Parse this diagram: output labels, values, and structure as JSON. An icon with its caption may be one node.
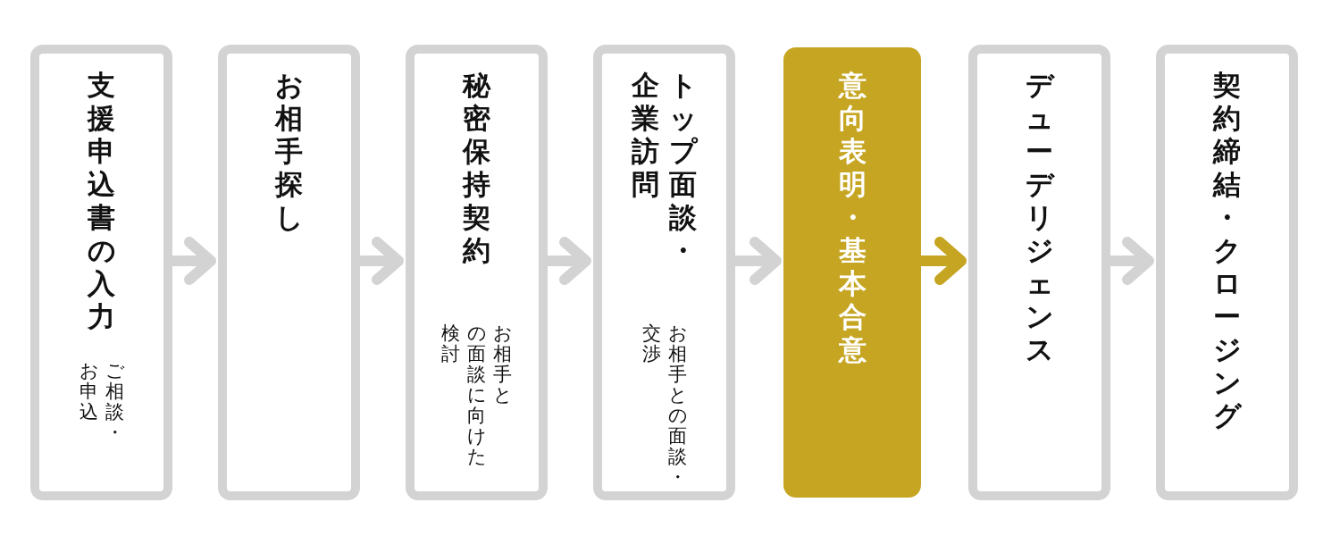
{
  "diagram": {
    "nodes": [
      {
        "text": [
          "支援申込書の入力",
          "ご相談・お申込"
        ]
      },
      {
        "text": [
          "お相手探し"
        ]
      },
      {
        "text": [
          "秘密保持契約",
          "お相手との面談に向けた検討"
        ]
      },
      {
        "text": [
          "トップ面談・企業訪問",
          "お相手との面談・交渉"
        ]
      },
      {
        "text": [
          "意向表明・基本合意"
        ]
      },
      {
        "text": [
          "デューデリジェンス"
        ]
      },
      {
        "text": [
          "契約締結・クロージング"
        ]
      }
    ],
    "edges": [
      {
        "from": 0,
        "to": 1,
        "arrow": "to"
      },
      {
        "from": 1,
        "to": 2,
        "arrow": "to"
      },
      {
        "from": 2,
        "to": 3,
        "arrow": "to"
      },
      {
        "from": 3,
        "to": 4,
        "arrow": "to"
      },
      {
        "from": 4,
        "to": 5,
        "arrow": "to",
        "color": "#c5a521"
      },
      {
        "from": 5,
        "to": 6,
        "arrow": "to"
      }
    ]
  }
}
